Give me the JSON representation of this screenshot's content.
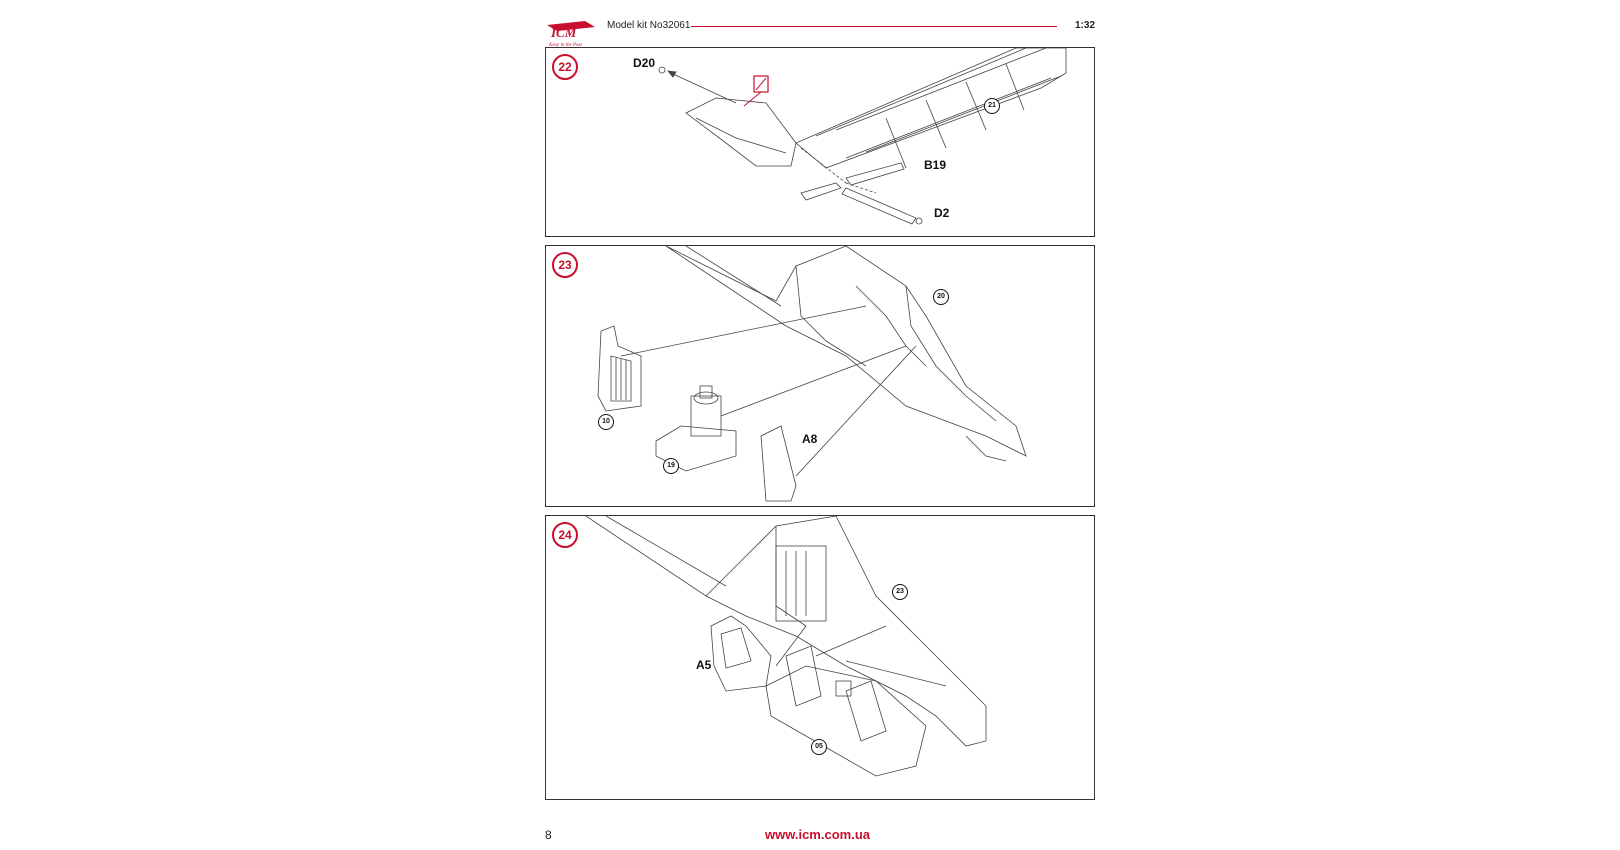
{
  "header": {
    "logo_text": "ICM",
    "logo_tagline": "Keep in the Past",
    "kit_label": "Model kit No32061",
    "scale": "1:32"
  },
  "steps": [
    {
      "number": "22",
      "labels": {
        "d20": "D20",
        "b19": "B19",
        "d2": "D2"
      },
      "subassembly": "21"
    },
    {
      "number": "23",
      "labels": {
        "a8": "A8"
      },
      "subassemblies": {
        "s20": "20",
        "s10": "10",
        "s19": "19"
      }
    },
    {
      "number": "24",
      "labels": {
        "a5": "A5"
      },
      "subassemblies": {
        "s23": "23",
        "s05": "05"
      }
    }
  ],
  "footer": {
    "page_number": "8",
    "website": "www.icm.com.ua"
  },
  "colors": {
    "brand_red": "#c8102e",
    "line": "#333333"
  }
}
